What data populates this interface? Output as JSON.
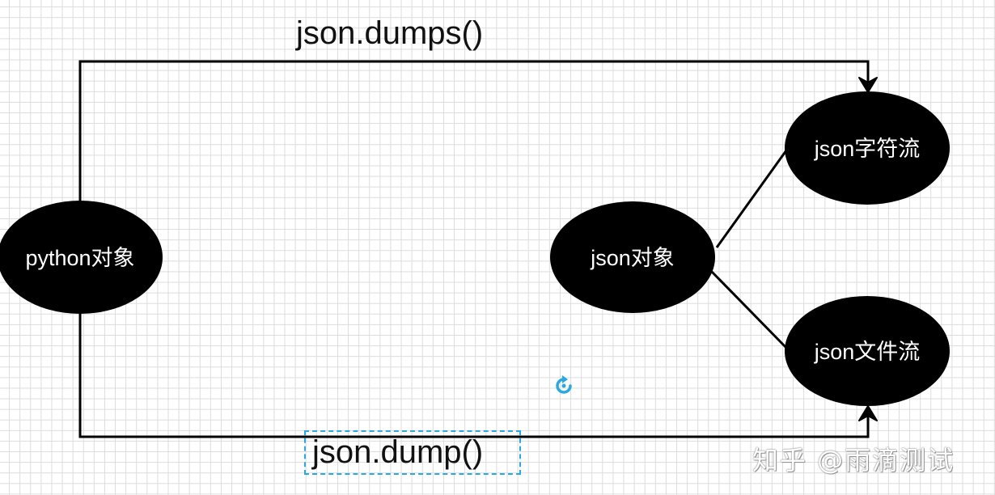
{
  "edges": {
    "top_label": "json.dumps()",
    "bottom_label": "json.dump()"
  },
  "nodes": {
    "python_object": "python对象",
    "json_object": "json对象",
    "json_string_stream": "json字符流",
    "json_file_stream": "json文件流"
  },
  "watermark": "知乎 @雨滴测试",
  "icons": {
    "rotate": "rotate-handle-icon"
  },
  "colors": {
    "node_fill": "#000000",
    "node_text": "#ffffff",
    "selection": "#29a9e0",
    "grid": "#dcdcdc"
  }
}
